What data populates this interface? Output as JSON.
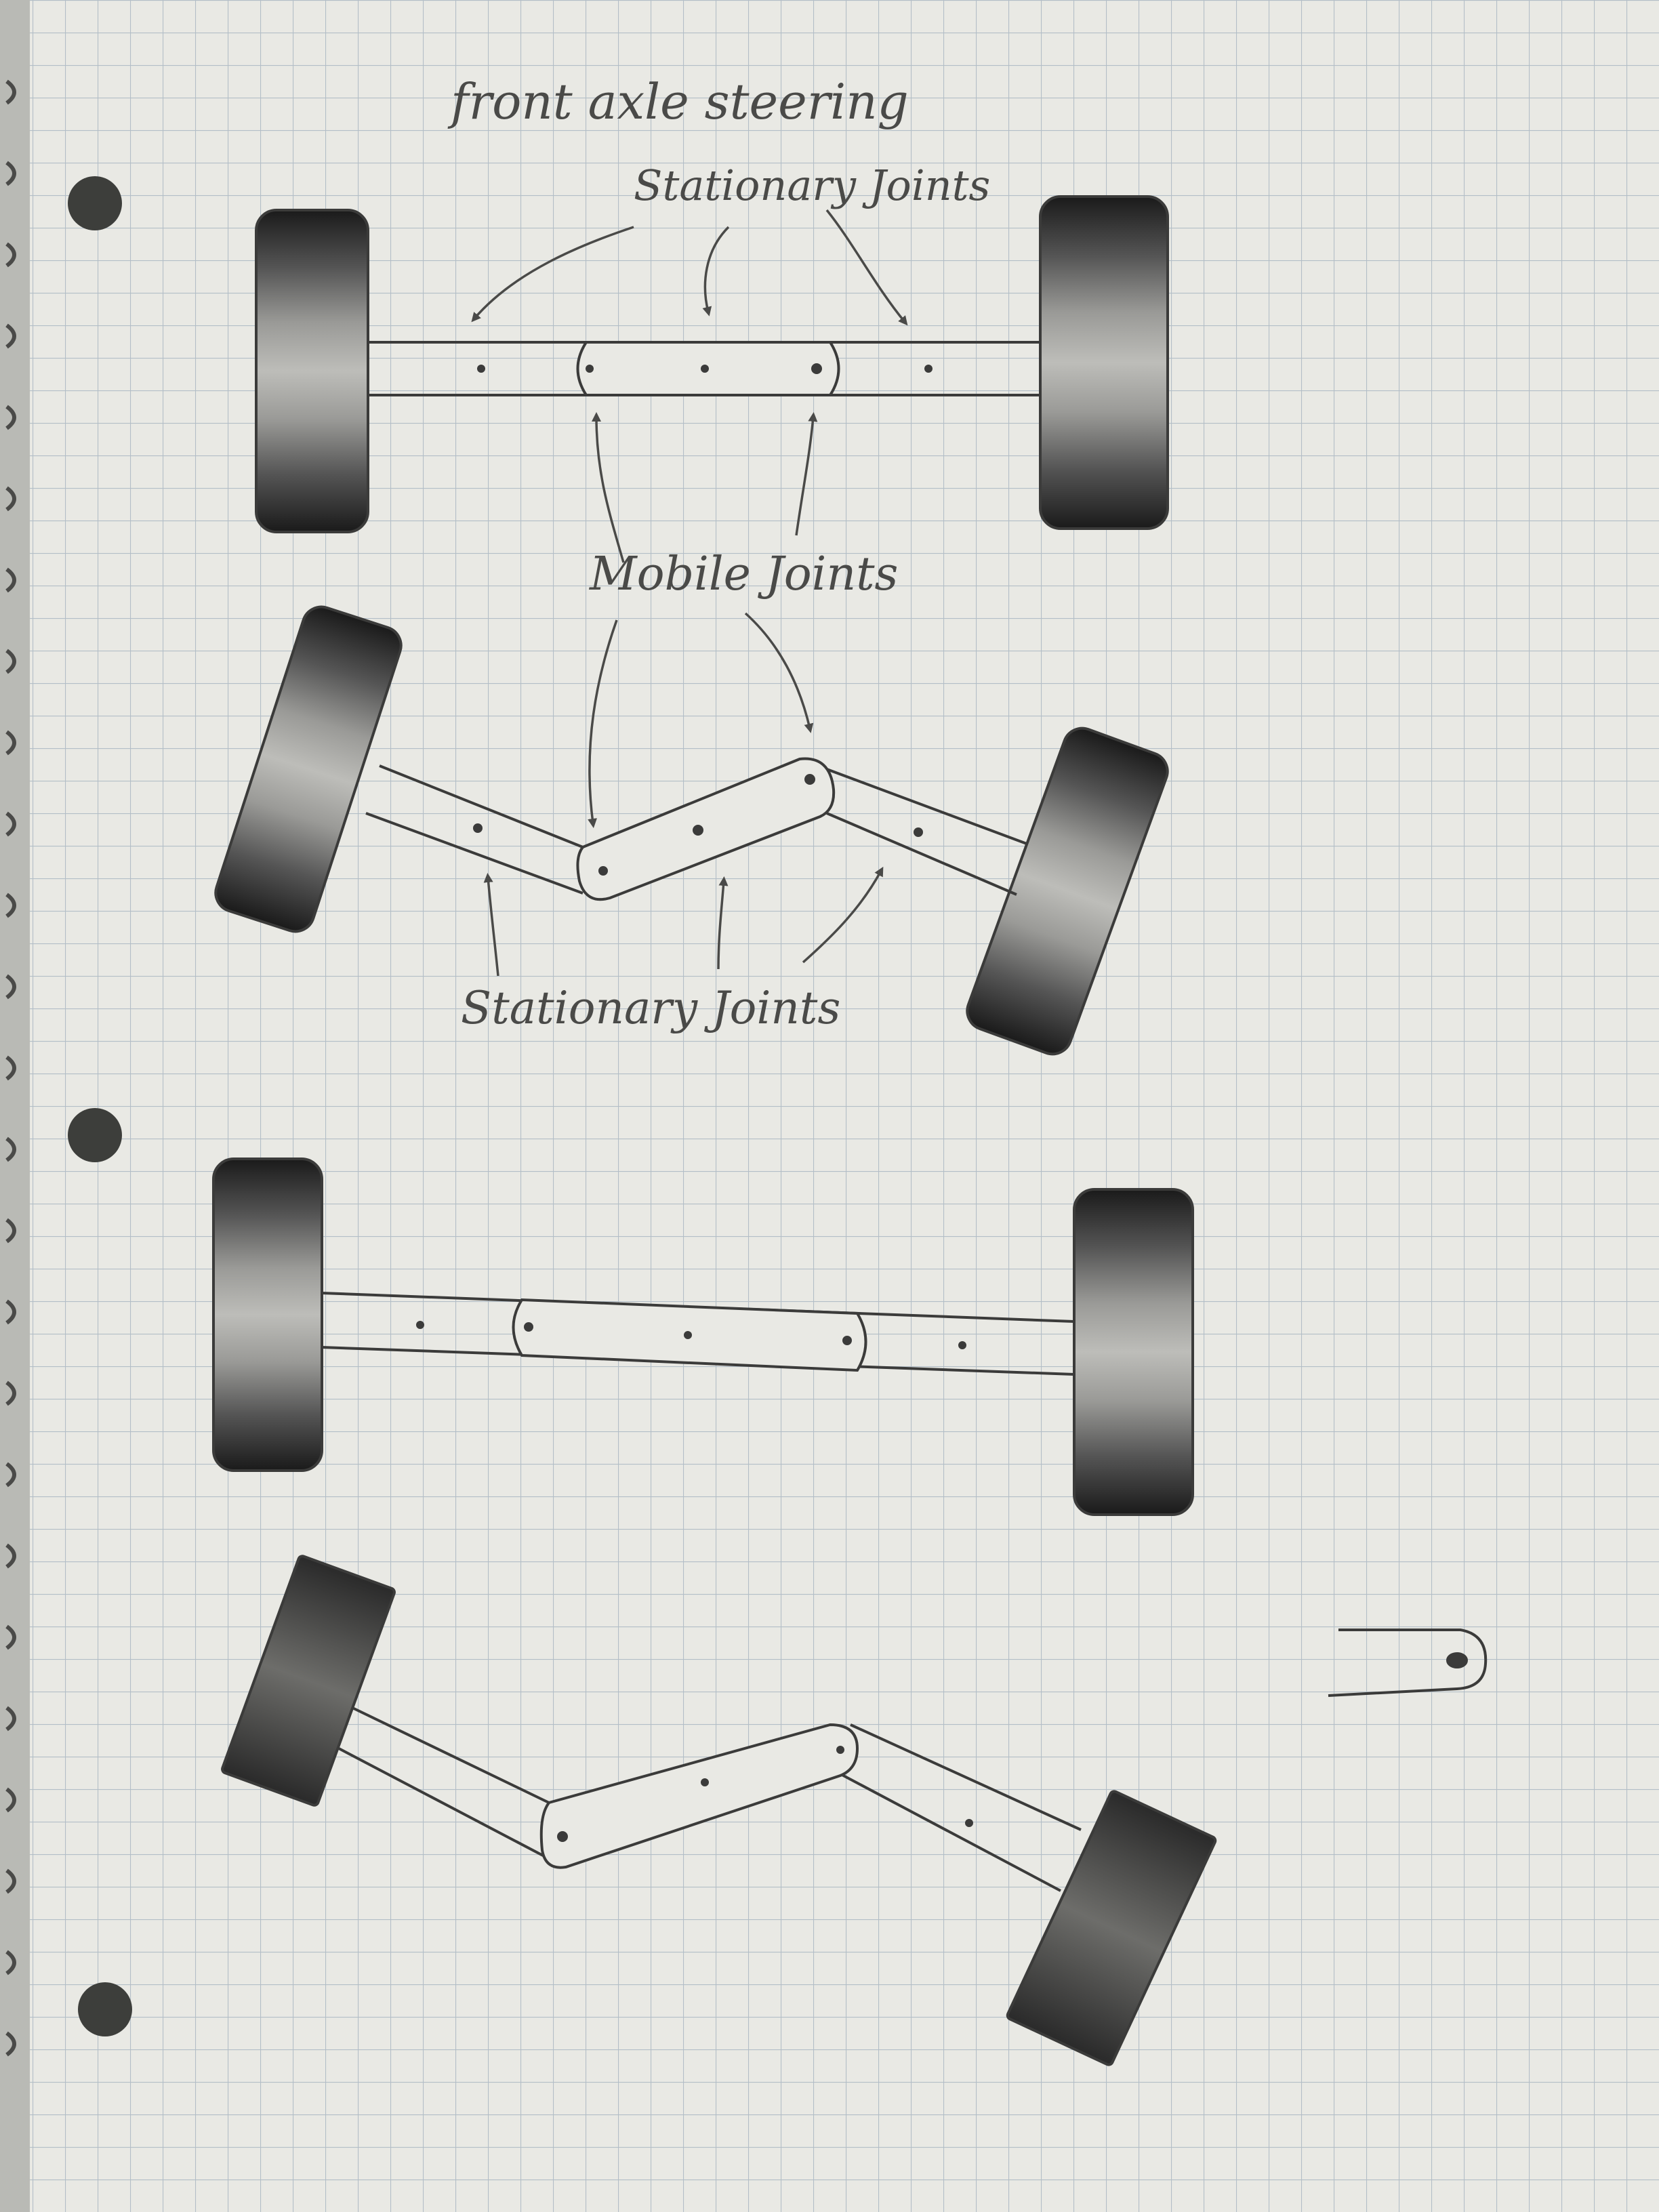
{
  "labels": {
    "title": "front axle steering",
    "stationary_top": "Stationary Joints",
    "mobile": "Mobile Joints",
    "stationary_bottom": "Stationary Joints"
  },
  "colors": {
    "paper": "#e9e9e4",
    "grid": "#aab6c2",
    "pencil": "#3b3b3a",
    "tire_dark": "#1f1f1f",
    "tire_light": "#8a8a88"
  },
  "icons": {
    "binder_hole": "binder-hole-icon",
    "spiral": "spiral-binding-icon"
  }
}
